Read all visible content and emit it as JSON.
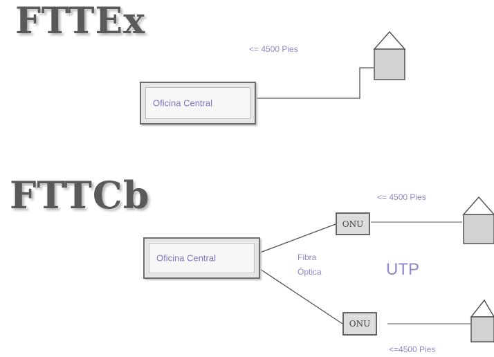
{
  "sections": {
    "fttex": {
      "title": "FTTEx",
      "office_label": "Oficina Central",
      "distance_label": "<= 4500 Pies"
    },
    "fttcb": {
      "title": "FTTCb",
      "office_label": "Oficina Central",
      "fiber_label_line1": "Fibra",
      "fiber_label_line2": "Óptica",
      "cable_label": "UTP",
      "onu_top_label": "ONU",
      "onu_bottom_label": "ONU",
      "distance_top_label": "<= 4500 Pies",
      "distance_bottom_label": "<=4500 Pies"
    }
  }
}
